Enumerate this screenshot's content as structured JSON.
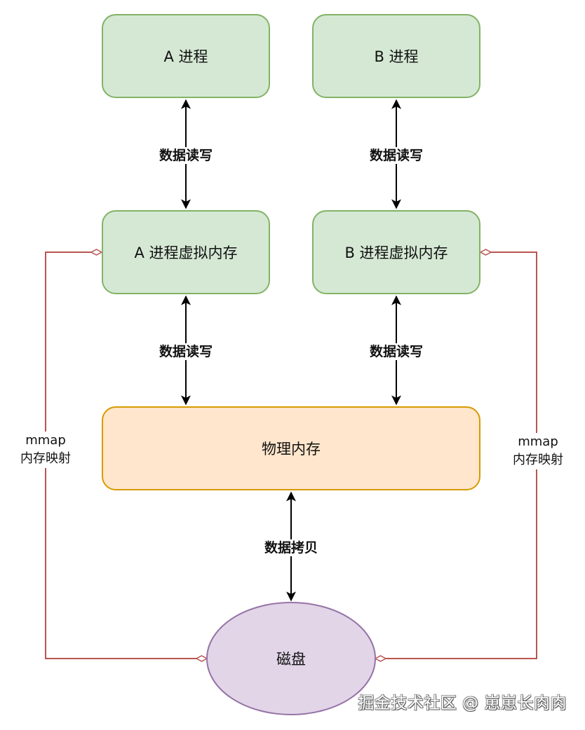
{
  "diagram": {
    "nodes": {
      "process_a": "A 进程",
      "process_b": "B 进程",
      "vmem_a": "A 进程虚拟内存",
      "vmem_b": "B 进程虚拟内存",
      "physical_memory": "物理内存",
      "disk": "磁盘"
    },
    "edges": [
      {
        "from": "process_a",
        "to": "vmem_a",
        "label": "数据读写",
        "type": "bidirectional-arrow"
      },
      {
        "from": "process_b",
        "to": "vmem_b",
        "label": "数据读写",
        "type": "bidirectional-arrow"
      },
      {
        "from": "vmem_a",
        "to": "physical_memory",
        "label": "数据读写",
        "type": "bidirectional-arrow"
      },
      {
        "from": "vmem_b",
        "to": "physical_memory",
        "label": "数据读写",
        "type": "bidirectional-arrow"
      },
      {
        "from": "physical_memory",
        "to": "disk",
        "label": "数据拷贝",
        "type": "bidirectional-arrow"
      },
      {
        "from": "vmem_a",
        "to": "disk",
        "label_line1": "mmap",
        "label_line2": "内存映射",
        "type": "diamond-connector"
      },
      {
        "from": "vmem_b",
        "to": "disk",
        "label_line1": "mmap",
        "label_line2": "内存映射",
        "type": "diamond-connector"
      }
    ],
    "colors": {
      "process_fill": "#d5e8d4",
      "process_stroke": "#82b366",
      "memory_fill": "#ffe6cc",
      "memory_stroke": "#d79b00",
      "disk_fill": "#e1d5e7",
      "disk_stroke": "#9673a6",
      "mmap_line": "#b85450",
      "arrow": "#000000"
    }
  },
  "watermark": "掘金技术社区 @ 崽崽长肉肉"
}
